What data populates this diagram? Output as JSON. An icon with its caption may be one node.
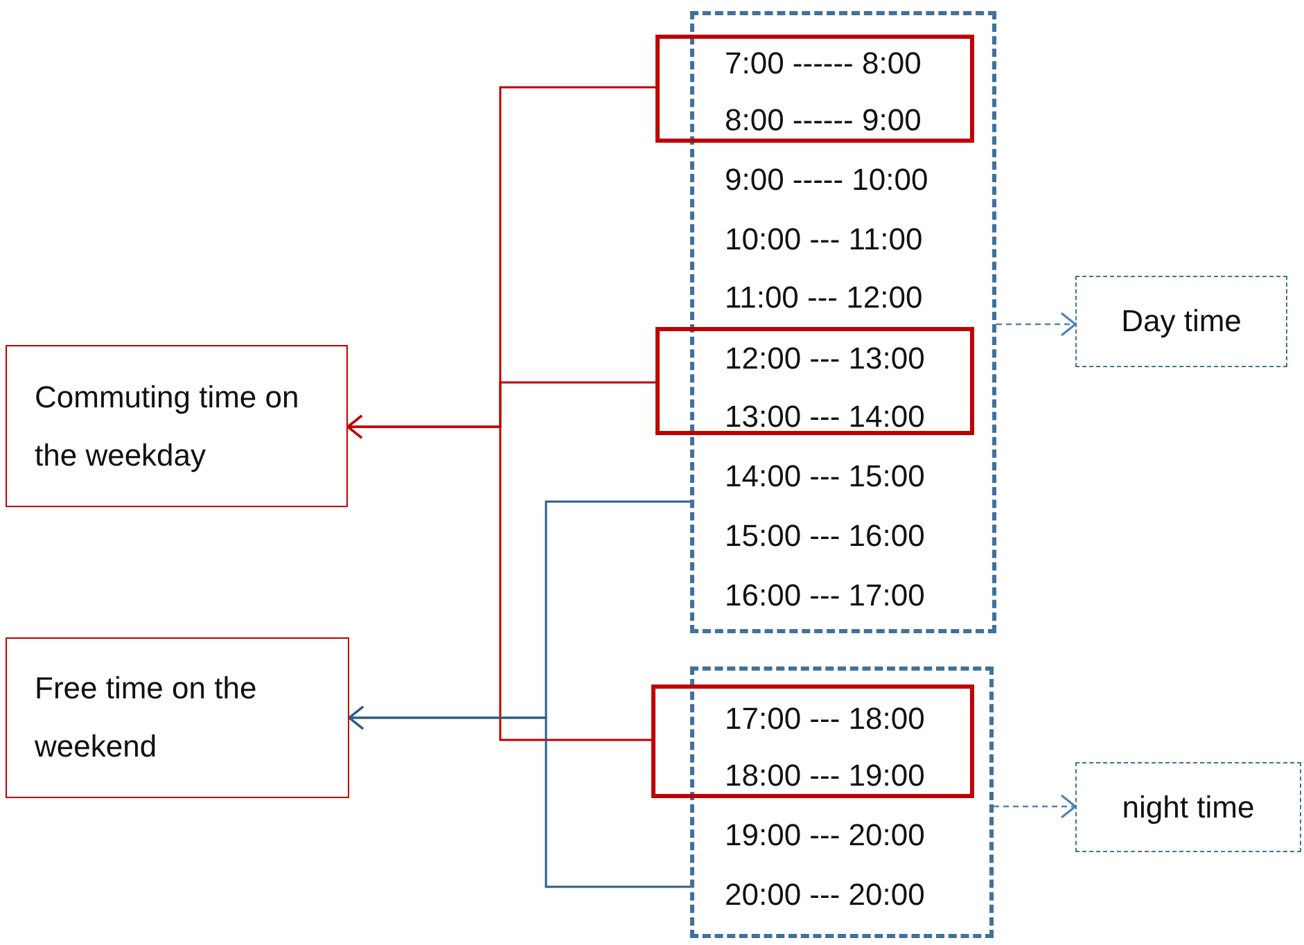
{
  "diagram": {
    "nodes": [
      {
        "text": [
          "Commuting time on the weekday"
        ]
      },
      {
        "text": [
          "Free time on the weekend"
        ]
      },
      {
        "text": [
          "9:00 ----- 10:00",
          "10:00 --- 11:00",
          "11:00 --- 12:00",
          "14:00 --- 15:00",
          "15:00 --- 16:00",
          "16:00 --- 17:00"
        ]
      },
      {
        "text": [
          "7:00 ------ 8:00",
          "8:00 ------ 9:00"
        ]
      },
      {
        "text": [
          "12:00 --- 13:00",
          "13:00 --- 14:00"
        ]
      },
      {
        "text": [
          "19:00 --- 20:00",
          "20:00 --- 20:00"
        ]
      },
      {
        "text": [
          "17:00 --- 18:00",
          "18:00 --- 19:00"
        ]
      },
      {
        "text": [
          "Day time"
        ]
      },
      {
        "text": [
          "night time"
        ]
      }
    ],
    "edges": [
      {
        "from": 3,
        "to": 0,
        "arrow": "to"
      },
      {
        "from": 4,
        "to": 0,
        "arrow": "to"
      },
      {
        "from": 6,
        "to": 0,
        "arrow": "to"
      },
      {
        "from": 2,
        "to": 1,
        "arrow": "to",
        "color": "#2e5b8a"
      },
      {
        "from": 5,
        "to": 1,
        "arrow": "to",
        "color": "#2e5b8a"
      },
      {
        "from": 2,
        "to": 7,
        "arrow": "to",
        "style": "dashed",
        "color": "#4f81bd"
      },
      {
        "from": 5,
        "to": 8,
        "arrow": "to",
        "style": "dashed",
        "color": "#4f81bd"
      }
    ]
  }
}
